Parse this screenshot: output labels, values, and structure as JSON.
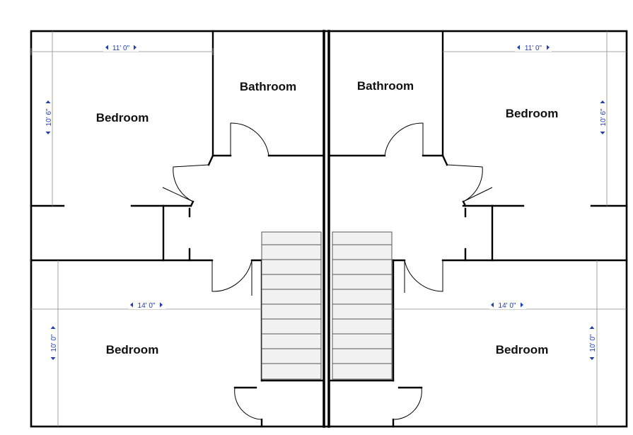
{
  "rooms": {
    "bedroom_top_left": "Bedroom",
    "bathroom_left": "Bathroom",
    "bathroom_right": "Bathroom",
    "bedroom_top_right": "Bedroom",
    "bedroom_bottom_left": "Bedroom",
    "bedroom_bottom_right": "Bedroom"
  },
  "dimensions": {
    "top_left_width": "11' 0\"",
    "top_left_height": "10' 6\"",
    "top_right_width": "11' 0\"",
    "top_right_height": "10' 6\"",
    "bottom_left_width": "14' 0\"",
    "bottom_left_height": "10' 0\"",
    "bottom_right_width": "14' 0\"",
    "bottom_right_height": "10' 0\""
  }
}
